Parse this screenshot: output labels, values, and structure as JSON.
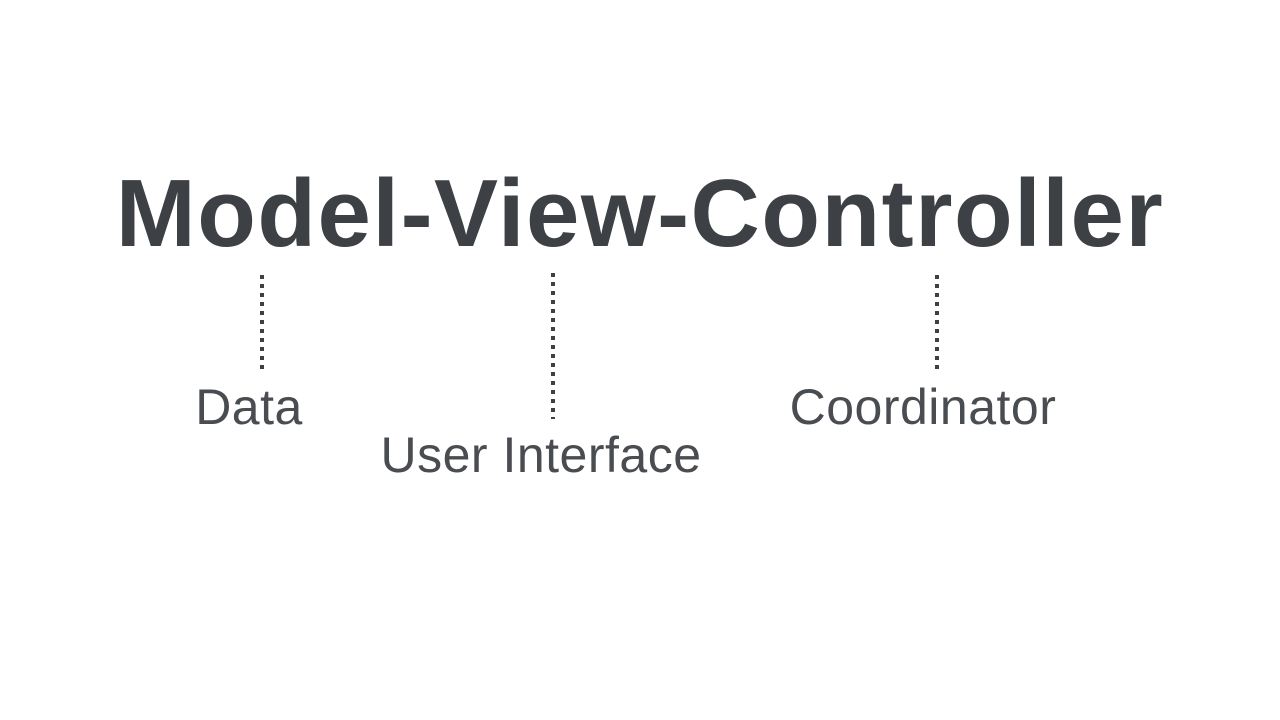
{
  "colors": {
    "ink": "#3d4044",
    "label_ink": "#494c50",
    "bg": "#ffffff"
  },
  "diagram": {
    "title": "Model-View-Controller",
    "nodes": [
      {
        "id": "model",
        "annotation": "Data"
      },
      {
        "id": "view",
        "annotation": "User Interface"
      },
      {
        "id": "controller",
        "annotation": "Coordinator"
      }
    ]
  }
}
